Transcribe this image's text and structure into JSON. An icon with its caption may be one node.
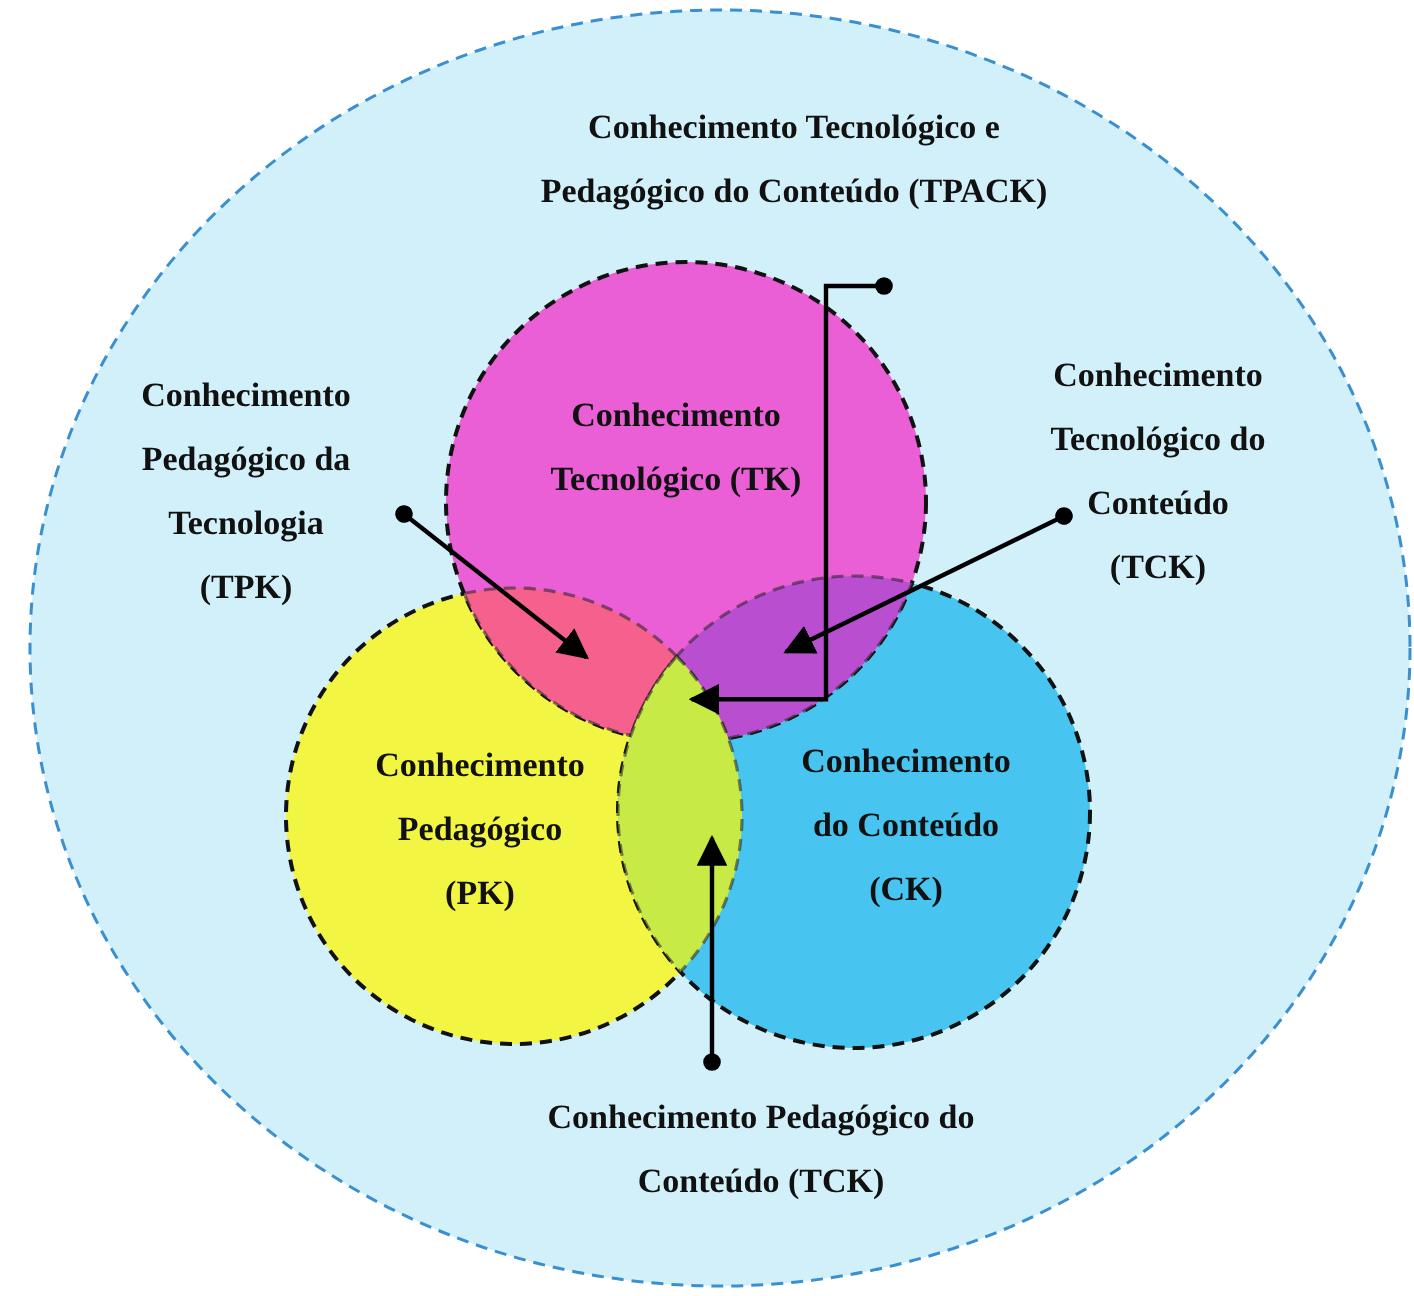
{
  "diagram": {
    "nodes": [
      {
        "text": [],
        "shape": "circle"
      },
      {
        "text": [
          "Conhecimento Tecnológico e Pedagógico do Conteúdo (TPACK)"
        ],
        "in": 0
      },
      {
        "text": [
          "Conhecimento Tecnológico (TK)"
        ],
        "in": 0
      },
      {
        "text": [
          "Conhecimento Pedagógico da Tecnologia (TPK)"
        ],
        "in": 0
      },
      {
        "text": [
          "Conhecimento Tecnológico do Conteúdo (TCK)"
        ],
        "in": 0
      },
      {
        "text": [
          "Conhecimento Pedagógico (PK)"
        ],
        "in": 0
      },
      {
        "text": [
          "Conhecimento do Conteúdo (CK)"
        ],
        "in": 0
      },
      {
        "text": [
          "Conhecimento Pedagógico do Conteúdo (TCK)"
        ],
        "in": 0
      },
      {
        "text": [],
        "shape": "lens"
      },
      {
        "text": [],
        "shape": "lens"
      },
      {
        "text": [],
        "shape": "triangle"
      },
      {
        "text": [],
        "shape": "lens"
      }
    ],
    "edges": [
      {
        "from": 1,
        "to": 10,
        "arrow": "to"
      },
      {
        "from": 3,
        "to": 8,
        "arrow": "to"
      },
      {
        "from": 4,
        "to": 9,
        "arrow": "to"
      },
      {
        "from": 7,
        "to": 11,
        "arrow": "to"
      }
    ]
  }
}
